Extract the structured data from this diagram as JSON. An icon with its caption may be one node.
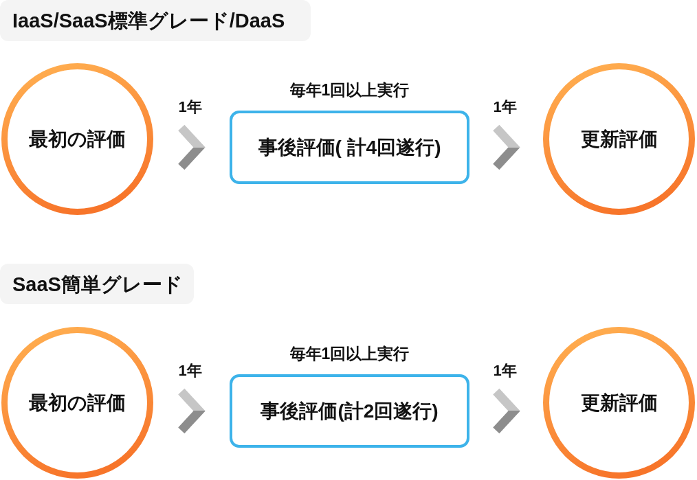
{
  "diagram": {
    "nodes": [
      {
        "text": [
          "IaaS/SaaS標準グレード/DaaS"
        ]
      },
      {
        "text": [
          "最初の評価"
        ]
      },
      {
        "text": [
          "事後評価( 計4回遂行)"
        ],
        "beside": [
          "毎年1回以上実行"
        ]
      },
      {
        "text": [
          "更新評価"
        ]
      },
      {
        "text": [
          "SaaS簡単グレード"
        ]
      },
      {
        "text": [
          "最初の評価"
        ]
      },
      {
        "text": [
          "事後評価(計2回遂行)"
        ],
        "beside": [
          "毎年1回以上実行"
        ]
      },
      {
        "text": [
          "更新評価"
        ]
      }
    ],
    "edges": [
      {
        "from": 1,
        "to": 2,
        "arrow": "to",
        "label": "1年"
      },
      {
        "from": 2,
        "to": 3,
        "arrow": "to",
        "label": "1年"
      },
      {
        "from": 5,
        "to": 6,
        "arrow": "to",
        "label": "1年"
      },
      {
        "from": 6,
        "to": 7,
        "arrow": "to",
        "label": "1年"
      }
    ]
  }
}
